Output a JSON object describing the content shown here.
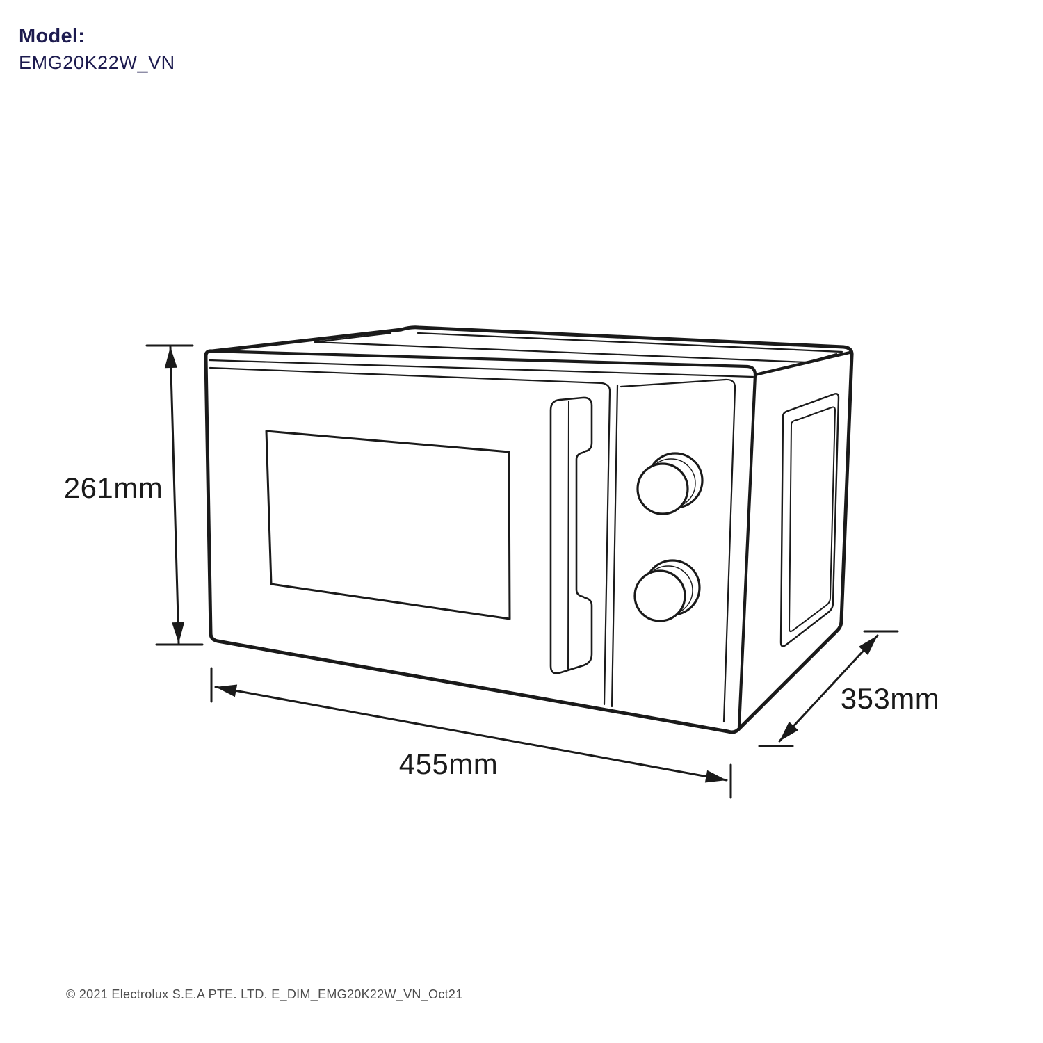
{
  "header": {
    "model_label": "Model:",
    "model_number": "EMG20K22W_VN"
  },
  "diagram": {
    "subject": "microwave-oven-isometric-line-drawing",
    "dimensions": {
      "height": "261mm",
      "width": "455mm",
      "depth": "353mm"
    }
  },
  "footer": {
    "copyright": "© 2021 Electrolux S.E.A PTE. LTD. E_DIM_EMG20K22W_VN_Oct21"
  },
  "colors": {
    "brand_navy": "#1d1b4f",
    "line": "#1a1a1a",
    "hatch": "#8f8f8f",
    "footer_gray": "#4d4d4d",
    "background": "#ffffff"
  }
}
